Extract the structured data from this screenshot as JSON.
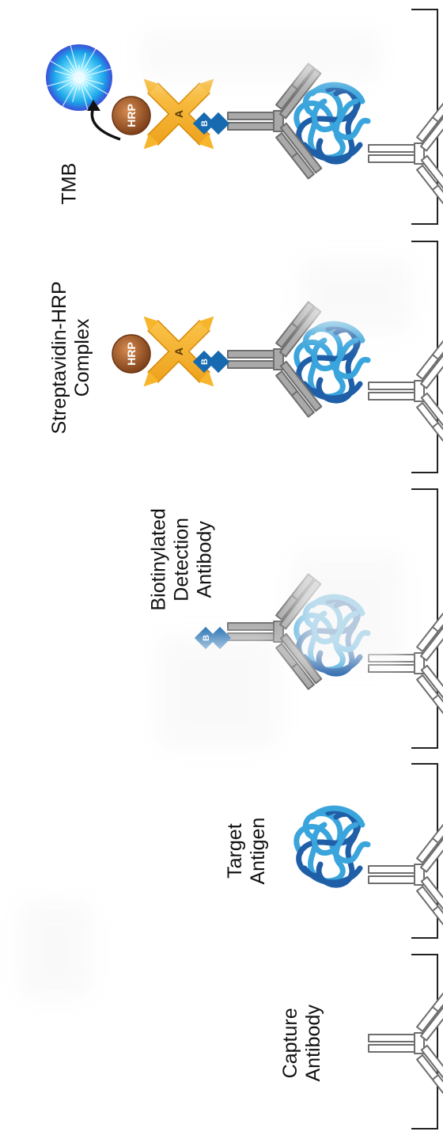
{
  "stages": [
    {
      "id": "capture",
      "label_lines": [
        "Capture",
        "Antibody"
      ]
    },
    {
      "id": "antigen",
      "label_lines": [
        "Target",
        "Antigen"
      ]
    },
    {
      "id": "detection",
      "label_lines": [
        "Biotinylated",
        "Detection",
        "Antibody"
      ]
    },
    {
      "id": "streptavidin",
      "label_lines": [
        "Streptavidin-HRP",
        "Complex"
      ]
    },
    {
      "id": "tmb",
      "label_lines": [
        "TMB"
      ]
    }
  ],
  "glyphs": {
    "hrp": "HRP",
    "avidin": "A",
    "biotin": "B"
  },
  "colors": {
    "antibody_outline": "#6e6e6e",
    "capture_fill": "#ffffff",
    "detection_fill": "#a9a9a9",
    "antigen_dark": "#1f5fa8",
    "antigen_light": "#3aa5dc",
    "biotin": "#1769b0",
    "streptavidin": "#f5ad1f",
    "hrp": "#9a5526",
    "signal": "#25b6ee",
    "bracket": "#222222"
  }
}
